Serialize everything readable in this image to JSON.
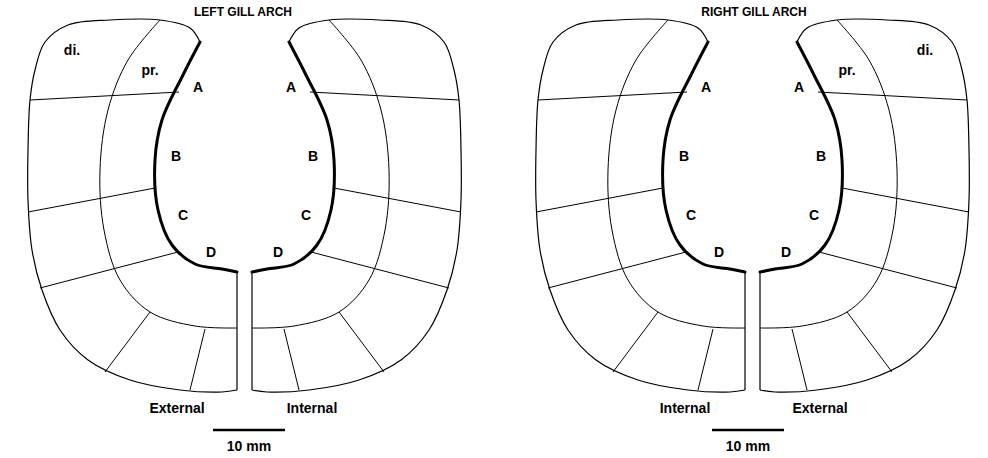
{
  "diagram": {
    "labels": [
      "LEFT GILL ARCH",
      "di.",
      "pr.",
      "A",
      "B",
      "C",
      "D",
      "A",
      "B",
      "C",
      "D",
      "External",
      "Internal",
      "10 mm",
      "RIGHT GILL ARCH",
      "A",
      "B",
      "C",
      "D",
      "A",
      "pr.",
      "di.",
      "B",
      "C",
      "D",
      "Internal",
      "External",
      "10 mm"
    ]
  }
}
